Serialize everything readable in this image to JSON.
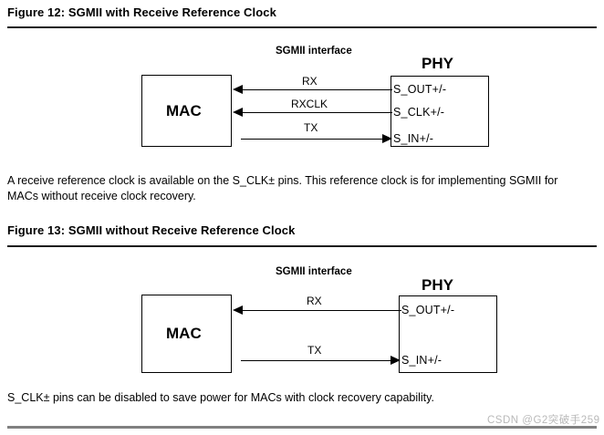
{
  "document": {
    "watermark": "CSDN @G2突破手259"
  },
  "figure12": {
    "title": "Figure 12: SGMII with Receive Reference Clock",
    "interface_label": "SGMII interface",
    "mac_label": "MAC",
    "phy_label": "PHY",
    "signals": [
      {
        "name": "RX",
        "pin": "S_OUT+/-",
        "direction": "phy-to-mac"
      },
      {
        "name": "RXCLK",
        "pin": "S_CLK+/-",
        "direction": "phy-to-mac"
      },
      {
        "name": "TX",
        "pin": "S_IN+/-",
        "direction": "mac-to-phy"
      }
    ],
    "caption": "A receive reference clock is available on the S_CLK± pins. This reference clock is for implementing SGMII for\nMACs without receive clock recovery."
  },
  "figure13": {
    "title": "Figure 13: SGMII without Receive Reference Clock",
    "interface_label": "SGMII interface",
    "mac_label": "MAC",
    "phy_label": "PHY",
    "signals": [
      {
        "name": "RX",
        "pin": "S_OUT+/-",
        "direction": "phy-to-mac"
      },
      {
        "name": "TX",
        "pin": "S_IN+/-",
        "direction": "mac-to-phy"
      }
    ],
    "caption": "S_CLK± pins can be disabled to save power for MACs with clock recovery capability."
  }
}
